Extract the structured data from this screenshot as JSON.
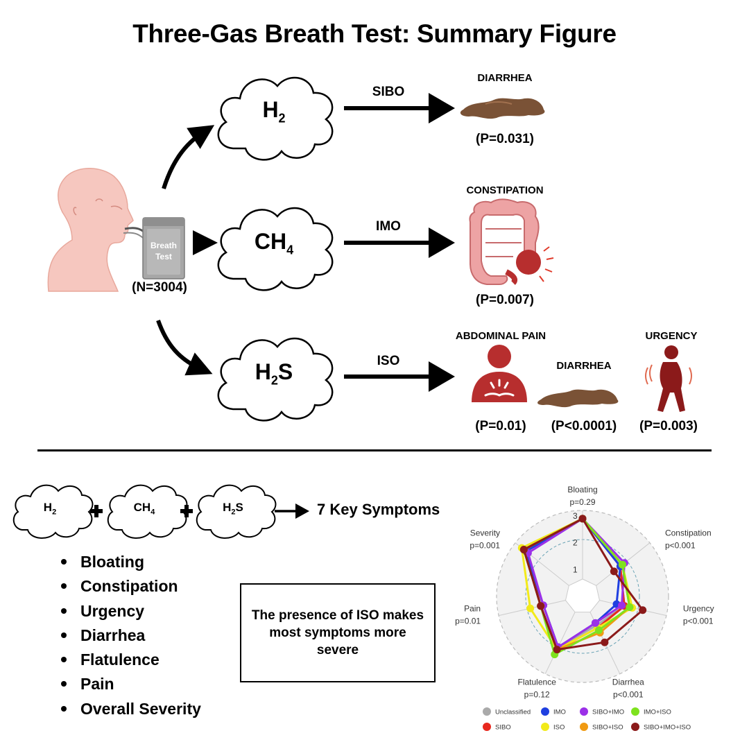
{
  "title": "Three-Gas Breath Test: Summary Figure",
  "subject": {
    "bag_label_line1": "Breath",
    "bag_label_line2": "Test",
    "n_label": "(N=3004)"
  },
  "rows": [
    {
      "gas": "H",
      "gas_sub": "2",
      "gas_tail": "",
      "condition": "SIBO",
      "outcomes": [
        {
          "label": "DIARRHEA",
          "pvalue": "(P=0.031)"
        }
      ]
    },
    {
      "gas": "CH",
      "gas_sub": "4",
      "gas_tail": "",
      "condition": "IMO",
      "outcomes": [
        {
          "label": "CONSTIPATION",
          "pvalue": "(P=0.007)"
        }
      ]
    },
    {
      "gas": "H",
      "gas_sub": "2",
      "gas_tail": "S",
      "condition": "ISO",
      "outcomes": [
        {
          "label": "ABDOMINAL PAIN",
          "pvalue": "(P=0.01)"
        },
        {
          "label": "DIARRHEA",
          "pvalue": "(P<0.0001)"
        },
        {
          "label": "URGENCY",
          "pvalue": "(P=0.003)"
        }
      ]
    }
  ],
  "combo": {
    "gases": [
      {
        "main": "H",
        "sub": "2",
        "tail": ""
      },
      {
        "main": "CH",
        "sub": "4",
        "tail": ""
      },
      {
        "main": "H",
        "sub": "2",
        "tail": "S"
      }
    ],
    "result": "7 Key Symptoms"
  },
  "symptoms": [
    "Bloating",
    "Constipation",
    "Urgency",
    "Diarrhea",
    "Flatulence",
    "Pain",
    "Overall Severity"
  ],
  "note": "The presence of ISO makes most symptoms more severe",
  "radar": {
    "axes": [
      {
        "name": "Bloating",
        "p": "p=0.29"
      },
      {
        "name": "Constipation",
        "p": "p<0.001"
      },
      {
        "name": "Urgency",
        "p": "p<0.001"
      },
      {
        "name": "Diarrhea",
        "p": "p<0.001"
      },
      {
        "name": "Flatulence",
        "p": "p=0.12"
      },
      {
        "name": "Pain",
        "p": "p=0.01"
      },
      {
        "name": "Severity",
        "p": "p=0.001"
      }
    ],
    "rings": [
      "1",
      "2",
      "3"
    ],
    "max": 3
  },
  "chart_data": {
    "type": "radar",
    "categories": [
      "Bloating",
      "Constipation",
      "Urgency",
      "Diarrhea",
      "Flatulence",
      "Pain",
      "Severity"
    ],
    "range": [
      0,
      3
    ],
    "series": [
      {
        "name": "Unclassified",
        "color": "#aaaaaa",
        "values": [
          2.9,
          1.8,
          1.6,
          1.2,
          2.1,
          1.5,
          2.7
        ]
      },
      {
        "name": "SIBO",
        "color": "#e8281e",
        "values": [
          2.9,
          1.8,
          1.6,
          1.3,
          2.2,
          1.6,
          2.7
        ]
      },
      {
        "name": "IMO",
        "color": "#1f3fe0",
        "values": [
          2.9,
          1.8,
          1.3,
          1.1,
          2.1,
          1.5,
          2.7
        ]
      },
      {
        "name": "ISO",
        "color": "#f2ea1a",
        "values": [
          2.9,
          1.9,
          1.9,
          1.3,
          2.2,
          2.0,
          2.9
        ]
      },
      {
        "name": "SIBO+IMO",
        "color": "#9b30e8",
        "values": [
          2.9,
          2.0,
          1.5,
          1.1,
          2.1,
          1.5,
          2.6
        ]
      },
      {
        "name": "SIBO+ISO",
        "color": "#f09a12",
        "values": [
          2.9,
          1.9,
          1.8,
          1.5,
          2.2,
          1.6,
          2.8
        ]
      },
      {
        "name": "IMO+ISO",
        "color": "#7ee21e",
        "values": [
          2.9,
          1.9,
          1.8,
          1.4,
          2.4,
          1.6,
          2.8
        ]
      },
      {
        "name": "SIBO+IMO+ISO",
        "color": "#8b1a1a",
        "values": [
          2.9,
          1.5,
          2.3,
          1.9,
          2.2,
          1.6,
          2.8
        ]
      }
    ]
  }
}
